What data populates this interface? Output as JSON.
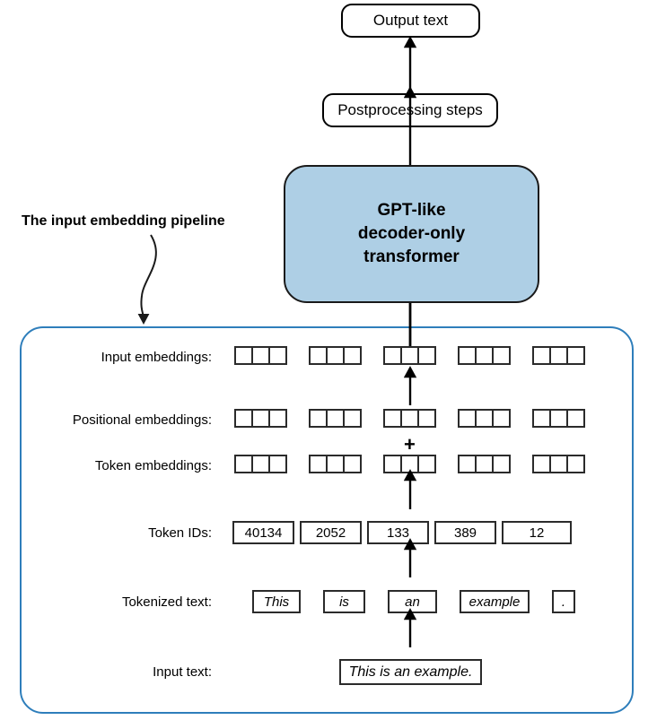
{
  "diagram": {
    "title_callout": "The input embedding pipeline",
    "output_box": "Output text",
    "postprocessing_box": "Postprocessing steps",
    "transformer_box": {
      "line1": "GPT-like",
      "line2": "decoder-only",
      "line3": "transformer"
    },
    "colors": {
      "transformer_fill": "#aecfe5",
      "transformer_stroke": "#1a1a1a",
      "pipeline_stroke": "#2e7ebb",
      "box_stroke": "#2b2b2b",
      "text": "#000000"
    },
    "rows": {
      "input_embeddings_label": "Input embeddings:",
      "positional_embeddings_label": "Positional embeddings:",
      "token_embeddings_label": "Token embeddings:",
      "token_ids_label": "Token IDs:",
      "tokenized_text_label": "Tokenized text:",
      "input_text_label": "Input text:"
    },
    "operator": "+",
    "embedding_cells_per_group": 3,
    "groups_count": 5,
    "token_ids": [
      "40134",
      "2052",
      "133",
      "389",
      "12"
    ],
    "tokenized_text": [
      "This",
      "is",
      "an",
      "example",
      "."
    ],
    "input_text": "This is an example."
  }
}
